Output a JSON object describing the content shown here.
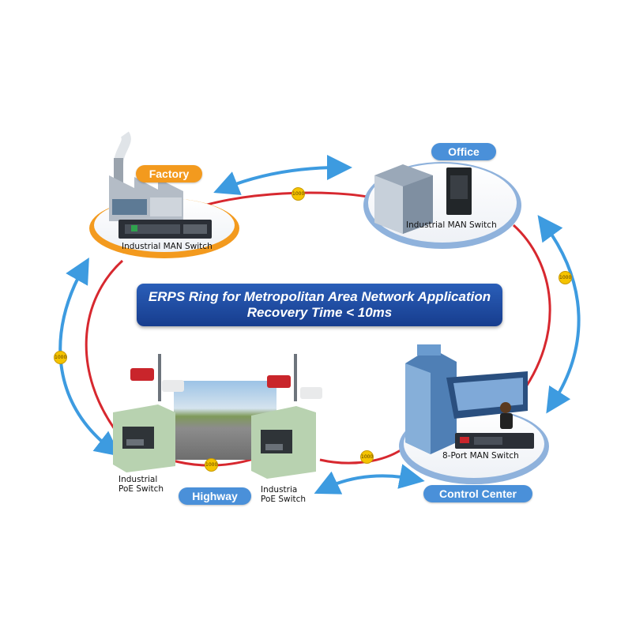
{
  "title": {
    "line1": "ERPS Ring for Metropolitan Area Network Application",
    "line2": "Recovery Time < 10ms"
  },
  "sites": {
    "factory": {
      "label": "Factory",
      "caption": "Industrial MAN Switch"
    },
    "office": {
      "label": "Office",
      "caption": "Industrial MAN Switch"
    },
    "highway": {
      "label": "Highway",
      "caption_left_1": "Industrial",
      "caption_left_2": "PoE Switch",
      "caption_right_1": "Industria",
      "caption_right_2": "PoE Switch"
    },
    "control_center": {
      "label": "Control Center",
      "caption": "8-Port MAN Switch"
    }
  },
  "link_speeds": {
    "top": "1000",
    "right": "1000",
    "left": "1000",
    "bottom_left": "1000",
    "bottom_right": "1000"
  },
  "colors": {
    "ring": "#d7282f",
    "arrow": "#3d9be0",
    "banner": "#1f4ea3",
    "factory_accent": "#f39a1e",
    "site_accent": "#4a90d9"
  }
}
